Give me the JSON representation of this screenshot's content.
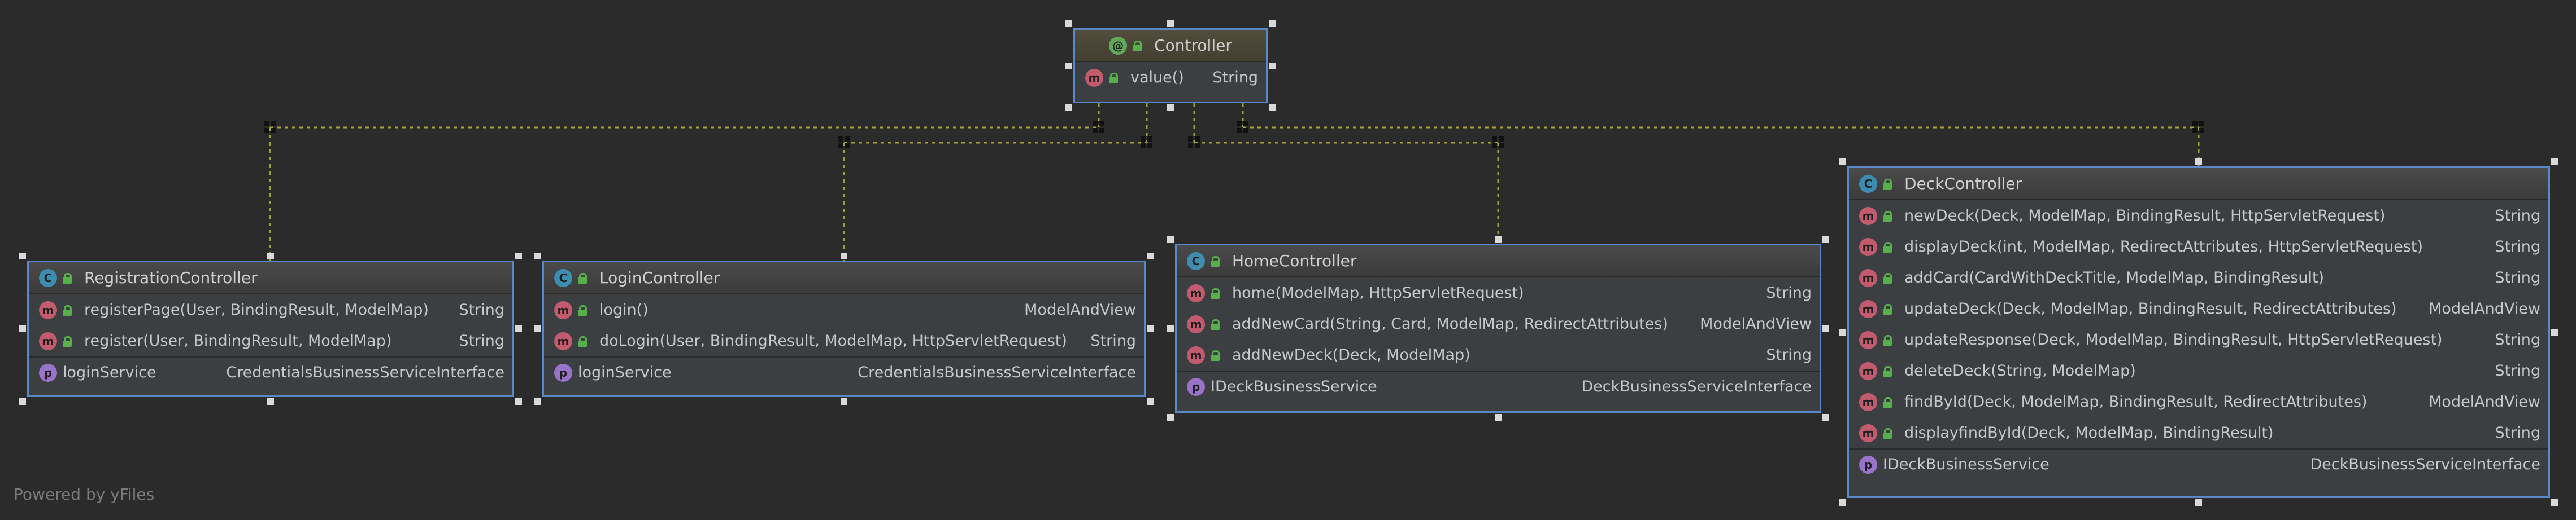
{
  "footer": {
    "powered_by": "Powered by yFiles"
  },
  "nodes": {
    "controller": {
      "name": "Controller",
      "rows": [
        {
          "kind": "m",
          "name": "value()",
          "type": "String"
        }
      ]
    },
    "registration": {
      "name": "RegistrationController",
      "methods": [
        {
          "name": "registerPage(User, BindingResult, ModelMap)",
          "type": "String"
        },
        {
          "name": "register(User, BindingResult, ModelMap)",
          "type": "String"
        }
      ],
      "fields": [
        {
          "name": "loginService",
          "type": "CredentialsBusinessServiceInterface"
        }
      ]
    },
    "login": {
      "name": "LoginController",
      "methods": [
        {
          "name": "login()",
          "type": "ModelAndView"
        },
        {
          "name": "doLogin(User, BindingResult, ModelMap, HttpServletRequest)",
          "type": "String"
        }
      ],
      "fields": [
        {
          "name": "loginService",
          "type": "CredentialsBusinessServiceInterface"
        }
      ]
    },
    "home": {
      "name": "HomeController",
      "methods": [
        {
          "name": "home(ModelMap, HttpServletRequest)",
          "type": "String"
        },
        {
          "name": "addNewCard(String, Card, ModelMap, RedirectAttributes)",
          "type": "ModelAndView"
        },
        {
          "name": "addNewDeck(Deck, ModelMap)",
          "type": "String"
        }
      ],
      "fields": [
        {
          "name": "IDeckBusinessService",
          "type": "DeckBusinessServiceInterface"
        }
      ]
    },
    "deck": {
      "name": "DeckController",
      "methods": [
        {
          "name": "newDeck(Deck, ModelMap, BindingResult, HttpServletRequest)",
          "type": "String"
        },
        {
          "name": "displayDeck(int, ModelMap, RedirectAttributes, HttpServletRequest)",
          "type": "String"
        },
        {
          "name": "addCard(CardWithDeckTitle, ModelMap, BindingResult)",
          "type": "String"
        },
        {
          "name": "updateDeck(Deck, ModelMap, BindingResult, RedirectAttributes)",
          "type": "ModelAndView"
        },
        {
          "name": "updateResponse(Deck, ModelMap, BindingResult, HttpServletRequest)",
          "type": "String"
        },
        {
          "name": "deleteDeck(String, ModelMap)",
          "type": "String"
        },
        {
          "name": "findById(Deck, ModelMap, BindingResult, RedirectAttributes)",
          "type": "ModelAndView"
        },
        {
          "name": "displayfindById(Deck, ModelMap, BindingResult)",
          "type": "String"
        }
      ],
      "fields": [
        {
          "name": "IDeckBusinessService",
          "type": "DeckBusinessServiceInterface"
        }
      ]
    }
  },
  "kind_letters": {
    "class": "C",
    "method": "m",
    "field": "p",
    "annotation": "@"
  },
  "colors": {
    "background": "#2b2b2b",
    "node_border": "#5b88c7",
    "edge": "#a3a03a",
    "class_icon": "#3d8db0",
    "method_icon": "#c25b6d",
    "field_icon": "#9873c9",
    "annotation_icon": "#62a85a",
    "visibility_icon": "#58b04c"
  }
}
